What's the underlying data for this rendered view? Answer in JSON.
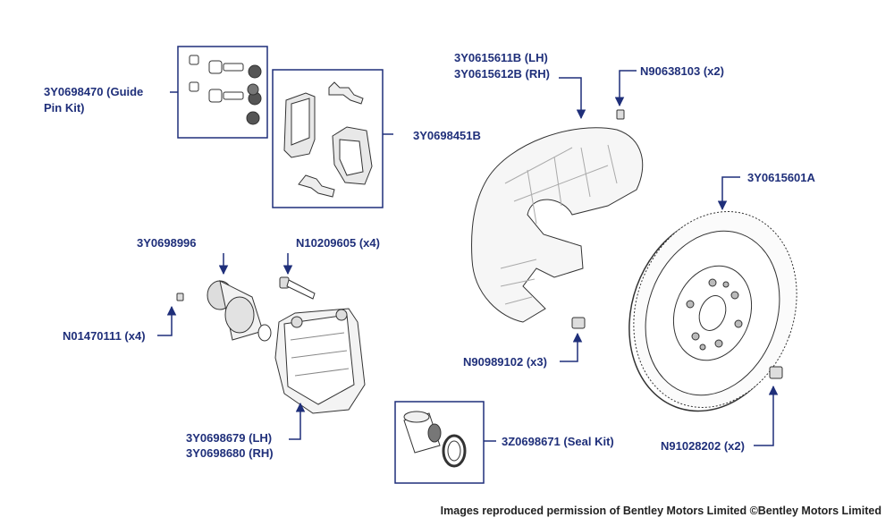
{
  "colors": {
    "label": "#1f2f7a",
    "leader": "#1f2f7a",
    "part_stroke": "#333333",
    "part_fill": "#ffffff",
    "shade": "#e6e6e6"
  },
  "labels": {
    "guide_pin_kit_line1": "3Y0698470 (Guide",
    "guide_pin_kit_line2": "Pin Kit)",
    "brake_pads": "3Y0698451B",
    "piston": "3Y0698996",
    "bolt_top": "N10209605 (x4)",
    "bleed_screw": "N01470111 (x4)",
    "caliper_lh": "3Y0698679 (LH)",
    "caliper_rh": "3Y0698680 (RH)",
    "seal_kit": "3Z0698671 (Seal Kit)",
    "splash_shield_lh": "3Y0615611B (LH)",
    "splash_shield_rh": "3Y0615612B (RH)",
    "shield_screw_top": "N90638103 (x2)",
    "shield_screw_bottom": "N90989102 (x3)",
    "disc": "3Y0615601A",
    "disc_screw": "N91028202 (x2)"
  },
  "credit": "Images reproduced permission of Bentley Motors Limited ©Bentley Motors Limited"
}
